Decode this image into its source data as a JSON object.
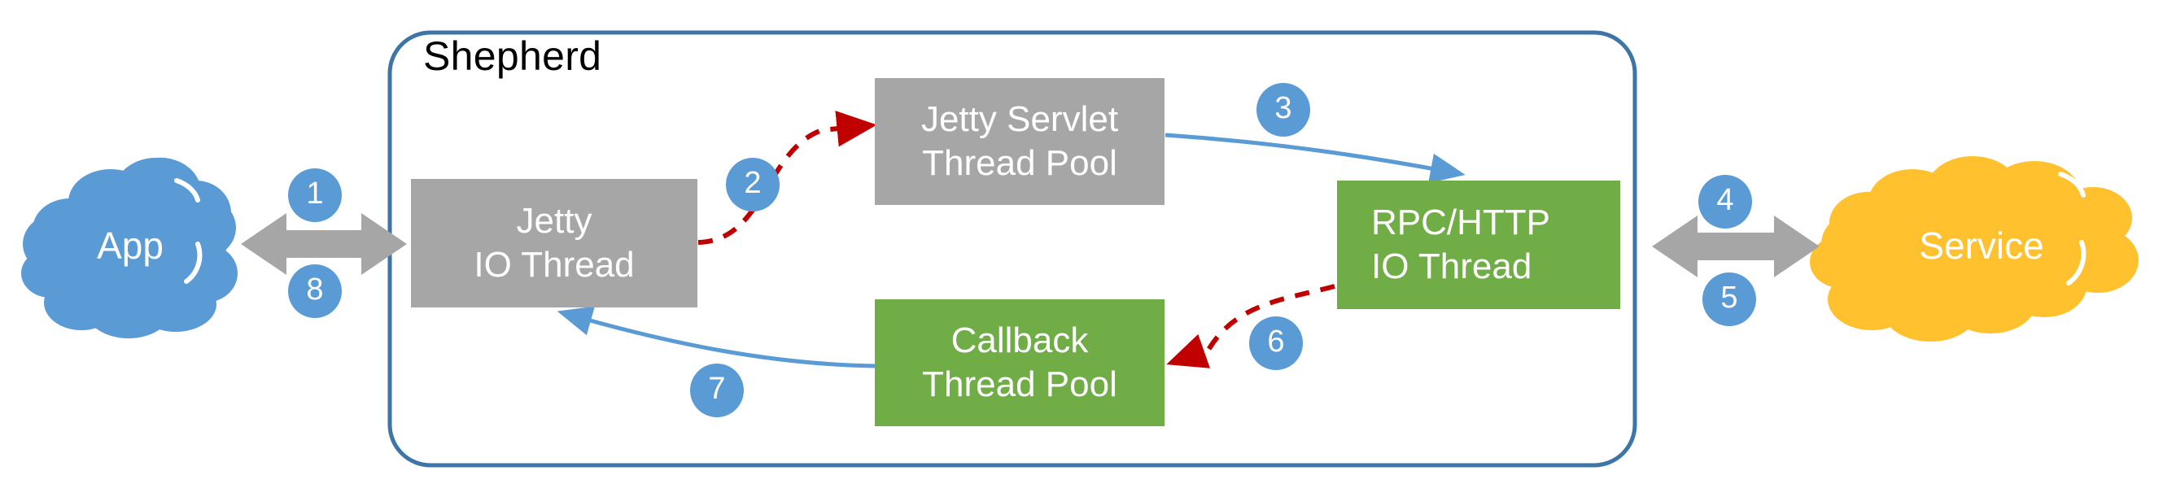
{
  "diagram": {
    "title": "Shepherd",
    "container": {
      "label": "Shepherd",
      "border_color": "#3E75A7"
    },
    "colors": {
      "cloud_app": "#5B9BD5",
      "cloud_service": "#FFC12E",
      "box_gray": "#A6A6A6",
      "box_green": "#70AD47",
      "badge": "#5B9BD5",
      "arrow_gray": "#A6A6A6",
      "arrow_blue": "#5B9BD5",
      "arrow_red_dashed": "#C00000",
      "text_on_fill": "#FFFFFF",
      "title_text": "#000000"
    },
    "nodes": [
      {
        "id": "app",
        "type": "cloud",
        "label": "App",
        "fill": "#5B9BD5"
      },
      {
        "id": "jetty-io",
        "type": "box",
        "label": "Jetty\nIO Thread",
        "fill": "#A6A6A6"
      },
      {
        "id": "jetty-servlet",
        "type": "box",
        "label": "Jetty Servlet\nThread Pool",
        "fill": "#A6A6A6"
      },
      {
        "id": "rpc-http",
        "type": "box",
        "label": "RPC/HTTP\nIO Thread",
        "fill": "#70AD47"
      },
      {
        "id": "callback",
        "type": "box",
        "label": "Callback\nThread Pool",
        "fill": "#70AD47"
      },
      {
        "id": "service",
        "type": "cloud",
        "label": "Service",
        "fill": "#FFC12E"
      }
    ],
    "node_labels": {
      "app": "App",
      "jetty_io_line1": "Jetty",
      "jetty_io_line2": "IO Thread",
      "jetty_servlet_line1": "Jetty Servlet",
      "jetty_servlet_line2": "Thread Pool",
      "rpc_http_line1": "RPC/HTTP",
      "rpc_http_line2": "IO Thread",
      "callback_line1": "Callback",
      "callback_line2": "Thread Pool",
      "service": "Service"
    },
    "steps": [
      {
        "number": "1",
        "from": "app",
        "to": "jetty-io",
        "style": "gray-double-arrow"
      },
      {
        "number": "2",
        "from": "jetty-io",
        "to": "jetty-servlet",
        "style": "red-dashed-arrow"
      },
      {
        "number": "3",
        "from": "jetty-servlet",
        "to": "rpc-http",
        "style": "blue-curve-arrow"
      },
      {
        "number": "4",
        "from": "rpc-http",
        "to": "service",
        "style": "gray-double-arrow"
      },
      {
        "number": "5",
        "from": "service",
        "to": "rpc-http",
        "style": "gray-double-arrow"
      },
      {
        "number": "6",
        "from": "rpc-http",
        "to": "callback",
        "style": "red-dashed-arrow"
      },
      {
        "number": "7",
        "from": "callback",
        "to": "jetty-io",
        "style": "blue-curve-arrow"
      },
      {
        "number": "8",
        "from": "jetty-io",
        "to": "app",
        "style": "gray-double-arrow"
      }
    ],
    "badges": {
      "b1": "1",
      "b2": "2",
      "b3": "3",
      "b4": "4",
      "b5": "5",
      "b6": "6",
      "b7": "7",
      "b8": "8"
    }
  }
}
